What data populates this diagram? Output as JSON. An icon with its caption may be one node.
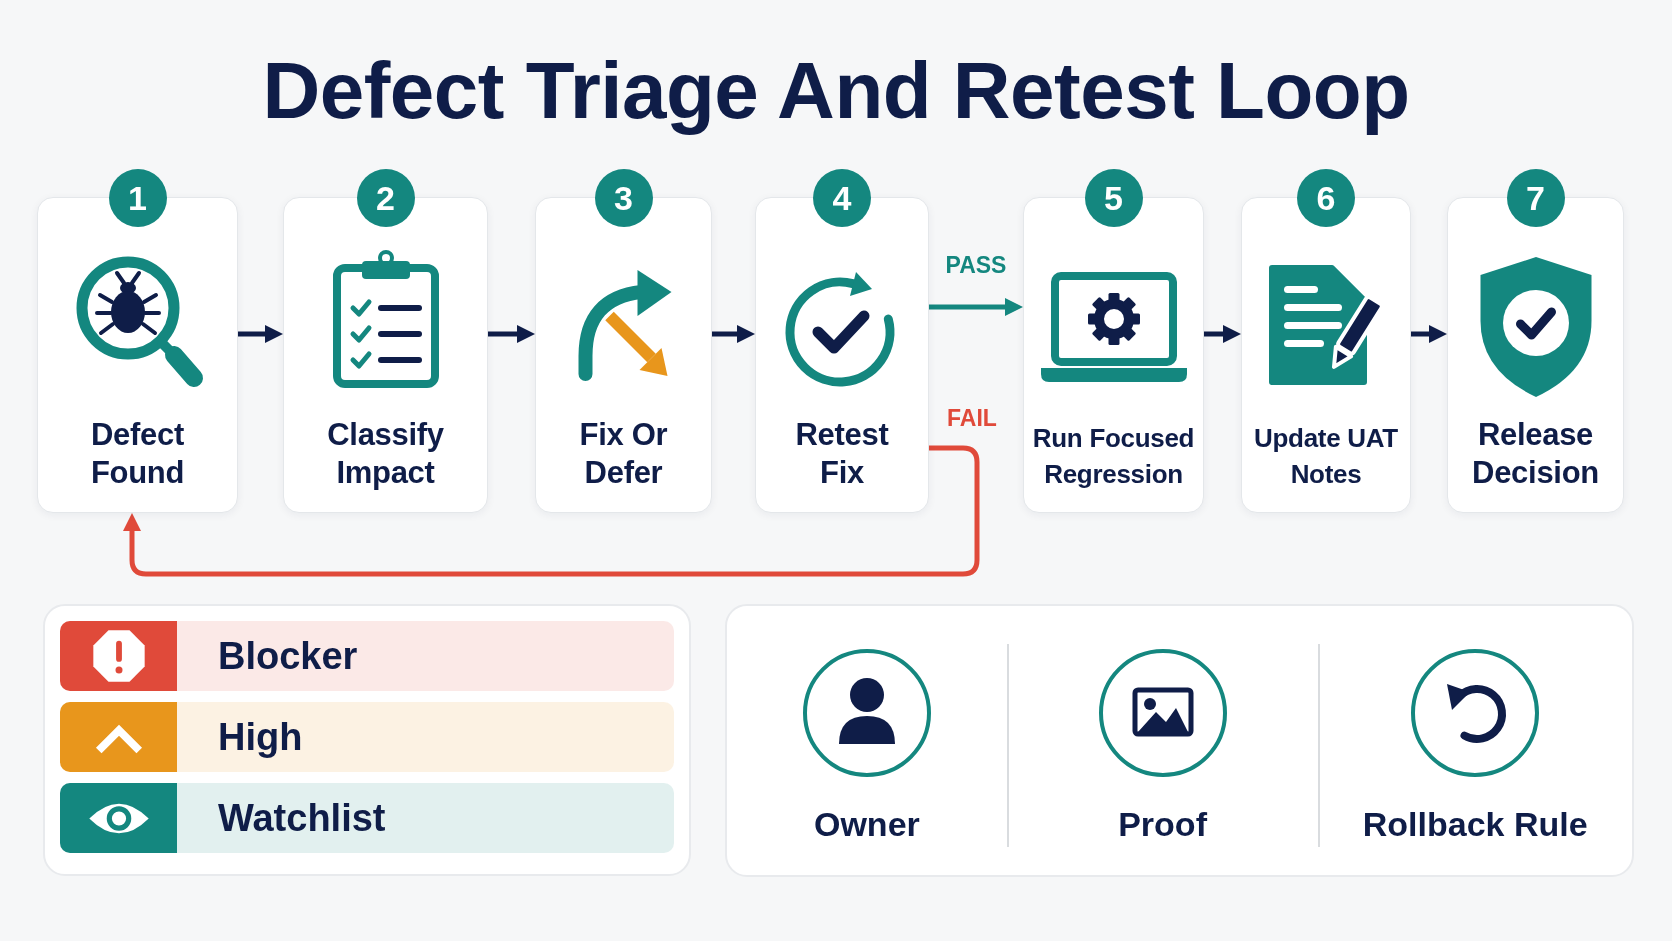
{
  "diagram": {
    "title": "Defect Triage And Retest Loop",
    "nodes": [
      {
        "text": [
          "1",
          "Defect Found"
        ]
      },
      {
        "text": [
          "2",
          "Classify Impact"
        ]
      },
      {
        "text": [
          "3",
          "Fix Or Defer"
        ]
      },
      {
        "text": [
          "4",
          "Retest Fix"
        ]
      },
      {
        "text": [
          "5",
          "Run Focused Regression"
        ]
      },
      {
        "text": [
          "6",
          "Update UAT Notes"
        ]
      },
      {
        "text": [
          "7",
          "Release Decision"
        ]
      }
    ],
    "edges": [
      {
        "from": 0,
        "to": 1,
        "arrow": "to"
      },
      {
        "from": 1,
        "to": 2,
        "arrow": "to"
      },
      {
        "from": 2,
        "to": 3,
        "arrow": "to"
      },
      {
        "from": 3,
        "to": 4,
        "arrow": "to",
        "label": "PASS",
        "color": "#14877f"
      },
      {
        "from": 3,
        "to": 0,
        "arrow": "to",
        "label": "FAIL",
        "color": "#e04a3a"
      },
      {
        "from": 4,
        "to": 5,
        "arrow": "to"
      },
      {
        "from": 5,
        "to": 6,
        "arrow": "to"
      }
    ],
    "labels": [
      "Owner",
      "Proof",
      "Rollback Rule"
    ],
    "legend": [
      {
        "text": "Blocker",
        "color": "#e04a3a"
      },
      {
        "text": "High",
        "color": "#e8961c"
      },
      {
        "text": "Watchlist",
        "color": "#14877f"
      }
    ]
  }
}
